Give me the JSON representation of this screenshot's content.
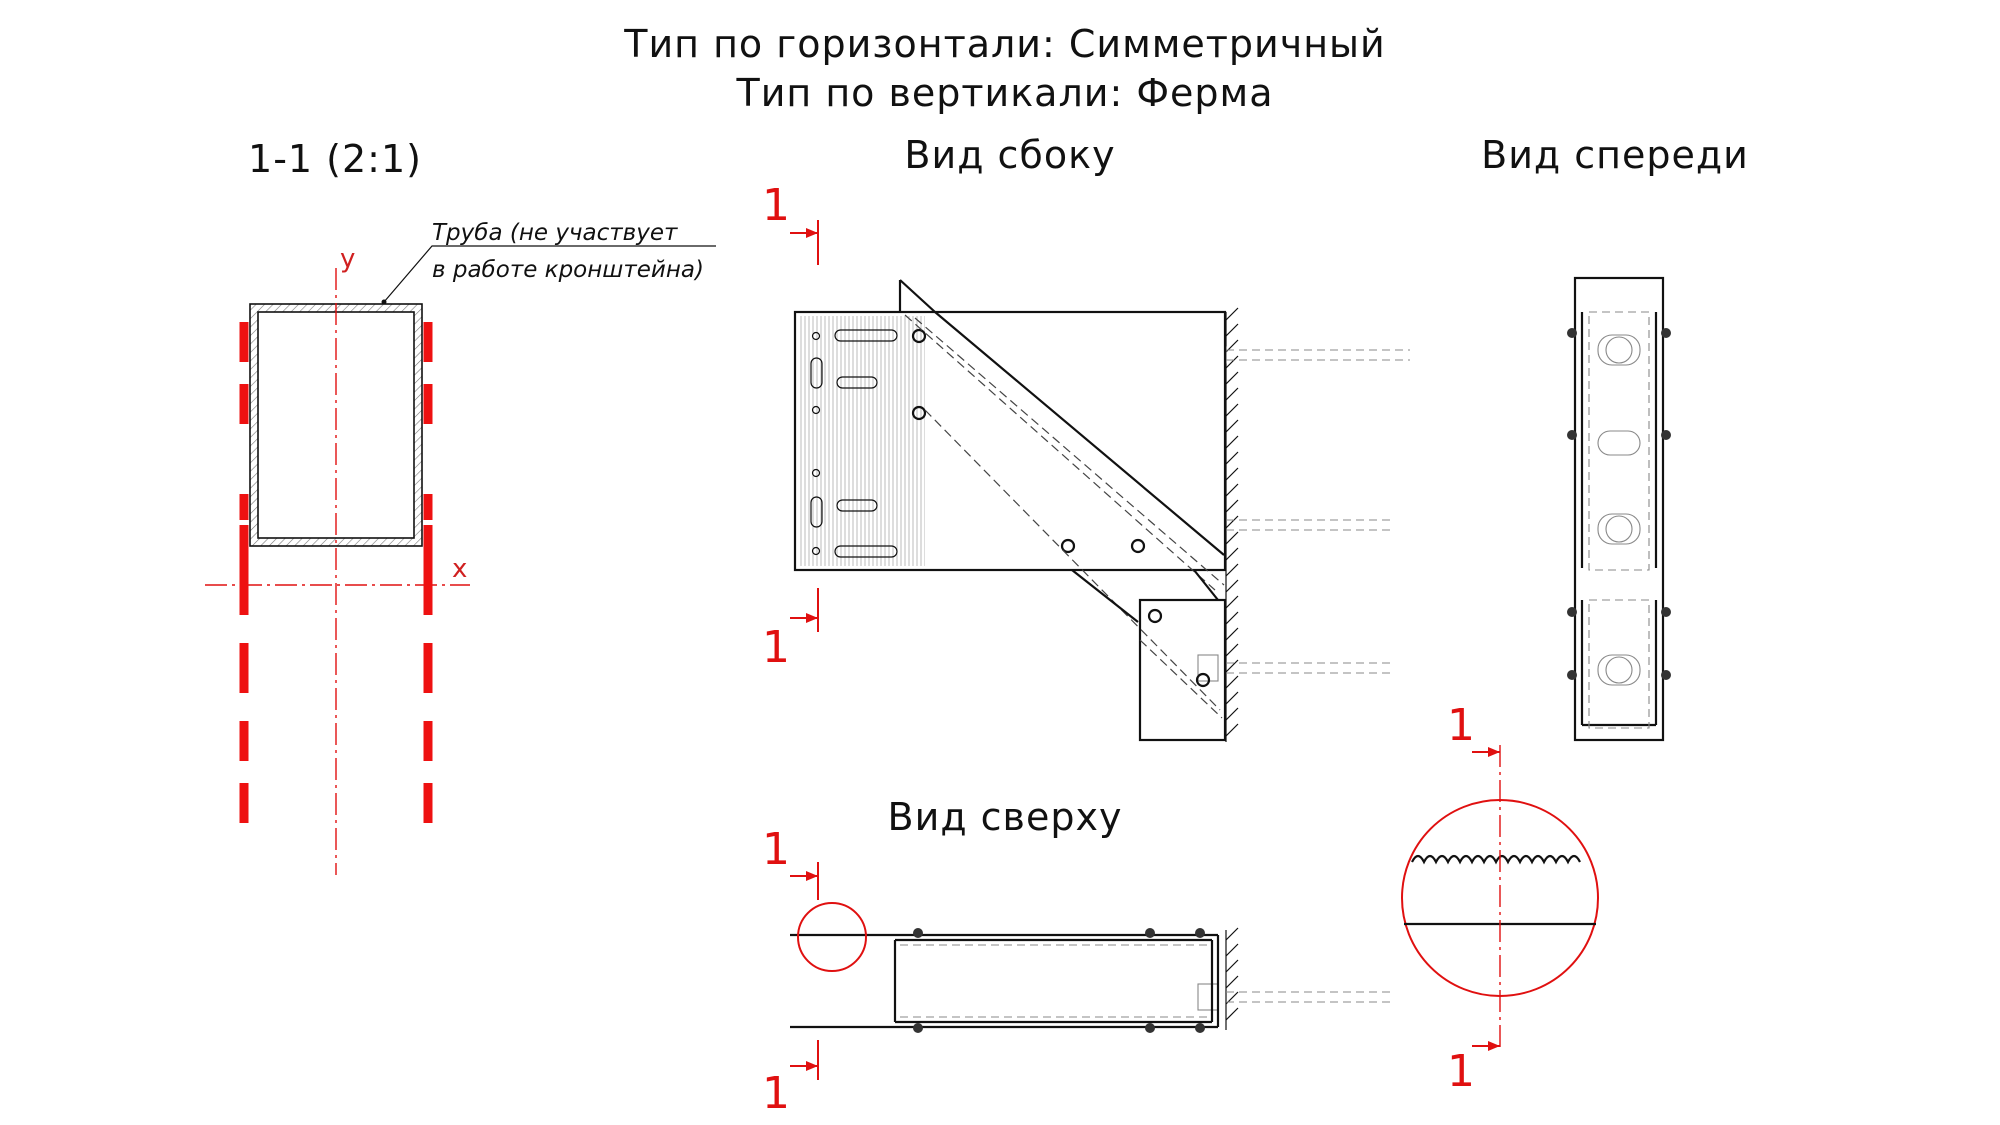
{
  "header": {
    "line1": "Тип по горизонтали: Симметричный",
    "line2": "Тип по вертикали: Ферма"
  },
  "section": {
    "title": "1-1 (2:1)",
    "note_line1": "Труба (не участвует",
    "note_line2": "в работе кронштейна)",
    "axis_x": "x",
    "axis_y": "y"
  },
  "views": {
    "side": "Вид сбоку",
    "front": "Вид спереди",
    "top": "Вид сверху"
  },
  "section_mark": "1",
  "colors": {
    "ink": "#111111",
    "hidden": "#888888",
    "annotation": "#e01010"
  }
}
